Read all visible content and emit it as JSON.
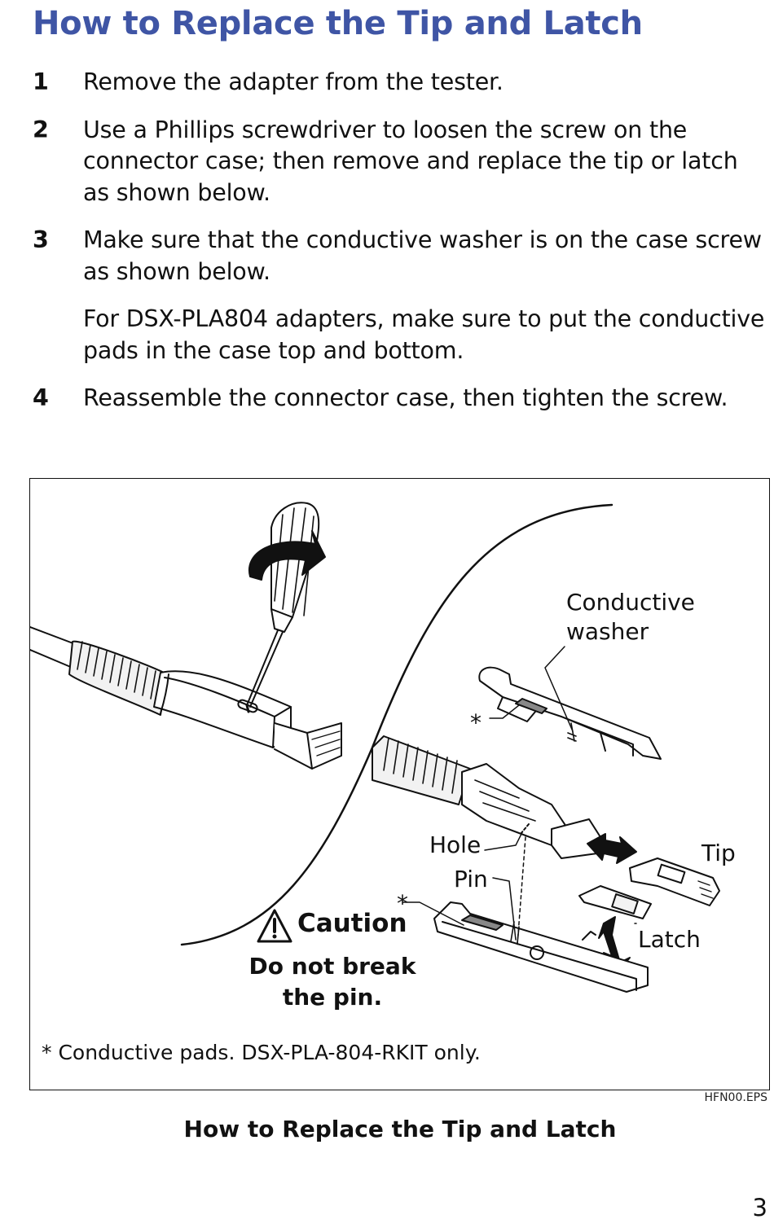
{
  "heading": "How to Replace the Tip and Latch",
  "steps": [
    {
      "number": "1",
      "text": "Remove the adapter from the tester."
    },
    {
      "number": "2",
      "text": "Use a Phillips screwdriver to loosen the screw on the connector case; then remove and replace the tip or latch as shown below."
    },
    {
      "number": "3",
      "text": "Make sure that the conductive washer is on the case screw as shown below.",
      "subtext": "For DSX-PLA804 adapters, make sure to put the conductive pads in the case top and bottom."
    },
    {
      "number": "4",
      "text": "Reassemble the connector case, then tighten the screw."
    }
  ],
  "figure": {
    "labels": {
      "conductive_washer": "Conductive\nwasher",
      "hole": "Hole",
      "pin": "Pin",
      "tip": "Tip",
      "latch": "Latch",
      "asterisk": "*"
    },
    "caution_title": "Caution",
    "caution_text": "Do not break the pin.",
    "footnote": "* Conductive pads. DSX-PLA-804-RKIT only."
  },
  "file_label": "HFN00.EPS",
  "caption": "How to Replace the Tip and Latch",
  "page_number": "3",
  "colors": {
    "heading": "#3f55a5",
    "text": "#111111"
  }
}
